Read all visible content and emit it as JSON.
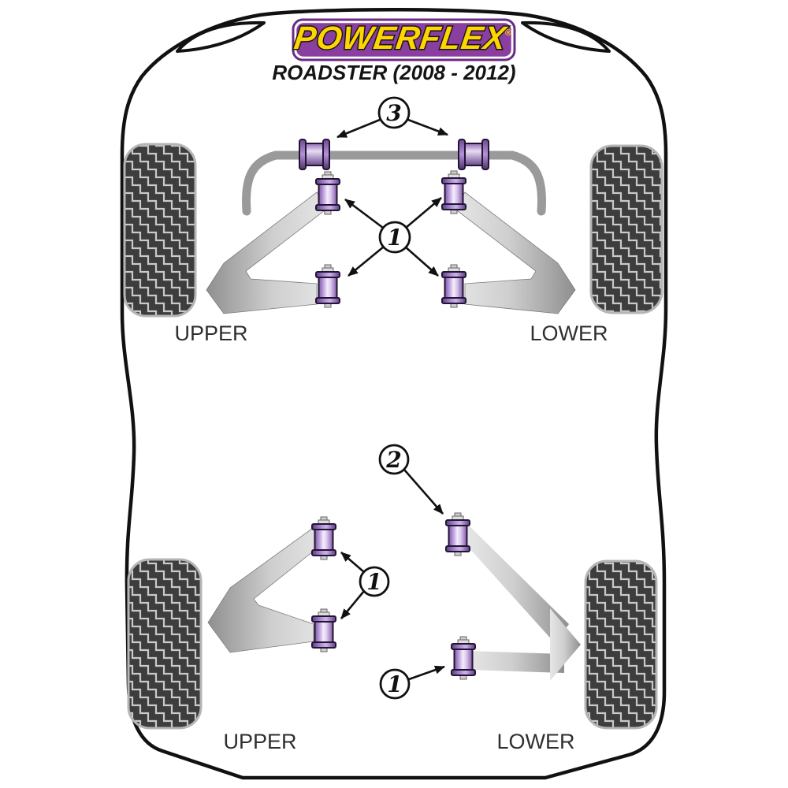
{
  "header": {
    "brand": "POWERFLEX",
    "registered_mark": "®",
    "subtitle": "ROADSTER (2008 - 2012)"
  },
  "front_suspension": {
    "upper_arm_label": "UPPER",
    "lower_arm_label": "LOWER",
    "arm_bushes_callout": "1",
    "anti_roll_bar_bushes_callout": "3"
  },
  "rear_suspension": {
    "upper_arm_label": "UPPER",
    "lower_arm_label": "LOWER",
    "upper_arm_bushes_callout": "1",
    "lower_arm_front_bush_callout": "2",
    "lower_arm_rear_bush_callout": "1"
  },
  "colors": {
    "logo_purple": "#8A3FA0",
    "logo_purple_dark": "#6A2B85",
    "logo_yellow": "#FFD500",
    "bush_purple": "#9B6FC4",
    "bush_highlight": "#F4EEFB",
    "bush_outline": "#241335",
    "arm_gray_dark": "#8F8F8F",
    "arm_gray_light": "#E3E3E3",
    "anti_roll_bar_gray": "#9A9A9A",
    "tire_dark": "#3D3D3D",
    "tread_light": "#C9C9C9",
    "outline_black": "#111111"
  }
}
